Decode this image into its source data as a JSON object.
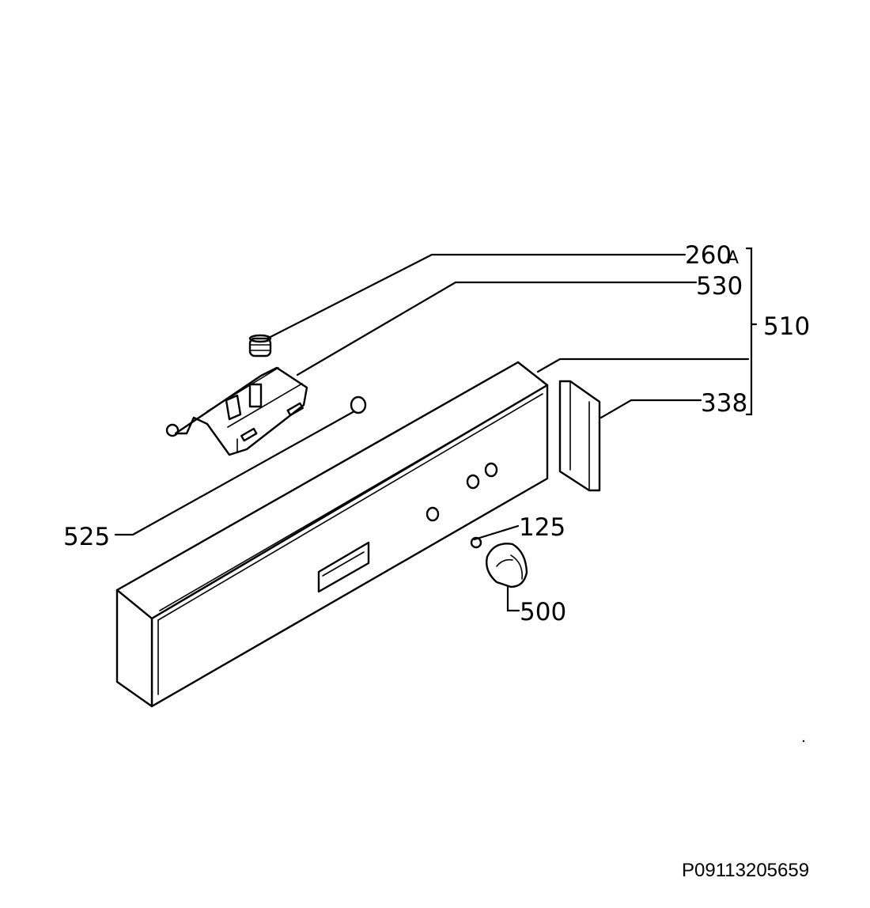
{
  "diagram": {
    "callouts": {
      "c260": {
        "number": "260",
        "suffix": "A"
      },
      "c530": "530",
      "c510": "510",
      "c338": "338",
      "c525": "525",
      "c125": "125",
      "c500": "500"
    },
    "reference_code": "P09113205659"
  }
}
